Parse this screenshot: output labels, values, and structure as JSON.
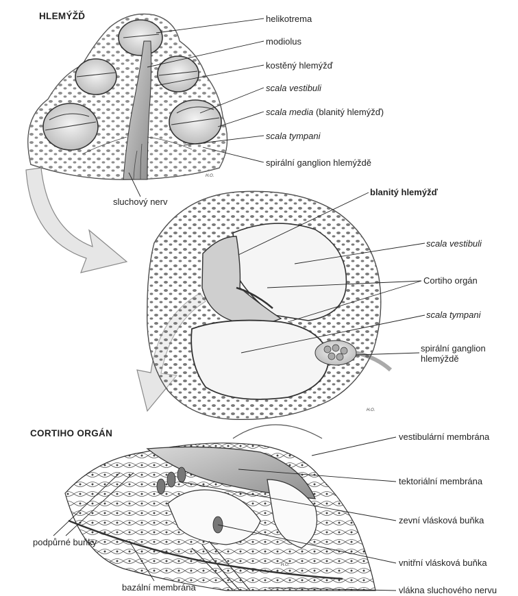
{
  "sections": {
    "cochlea": "HLEMÝŽĎ",
    "organ_of_corti": "CORTIHO ORGÁN"
  },
  "labels": {
    "helicotrema": "helikotrema",
    "modiolus": "modiolus",
    "bony_cochlea": "kostěný hlemýžď",
    "scala_vestibuli_top": "scala vestibuli",
    "scala_media_it": "scala media",
    "scala_media_rest": "(blanitý hlemýžď)",
    "scala_tympani_top": "scala tympani",
    "spiral_ganglion_top": "spirální ganglion hlemýždě",
    "auditory_nerve": "sluchový nerv",
    "membranous_cochlea": "blanitý hlemýžď",
    "scala_vestibuli_mid": "scala vestibuli",
    "corti_organ_mid": "Cortiho orgán",
    "scala_tympani_mid": "scala tympani",
    "spiral_ganglion_mid": "spirální ganglion hlemýždě",
    "vestibular_membrane": "vestibulární membrána",
    "tectorial_membrane": "tektoriální membrána",
    "outer_hair_cell": "zevní vlásková buňka",
    "supporting_cells": "podpůrné buňky",
    "inner_hair_cell": "vnitřní vlásková buňka",
    "basilar_membrane": "bazální membrána",
    "nerve_fibers": "vlákna sluchového nervu"
  },
  "signatures": [
    "H.O.",
    "H.O.",
    "H.O."
  ],
  "colors": {
    "ink": "#222222",
    "arrow_fill": "#e4e4e4",
    "shade": "#9a9a9a"
  }
}
